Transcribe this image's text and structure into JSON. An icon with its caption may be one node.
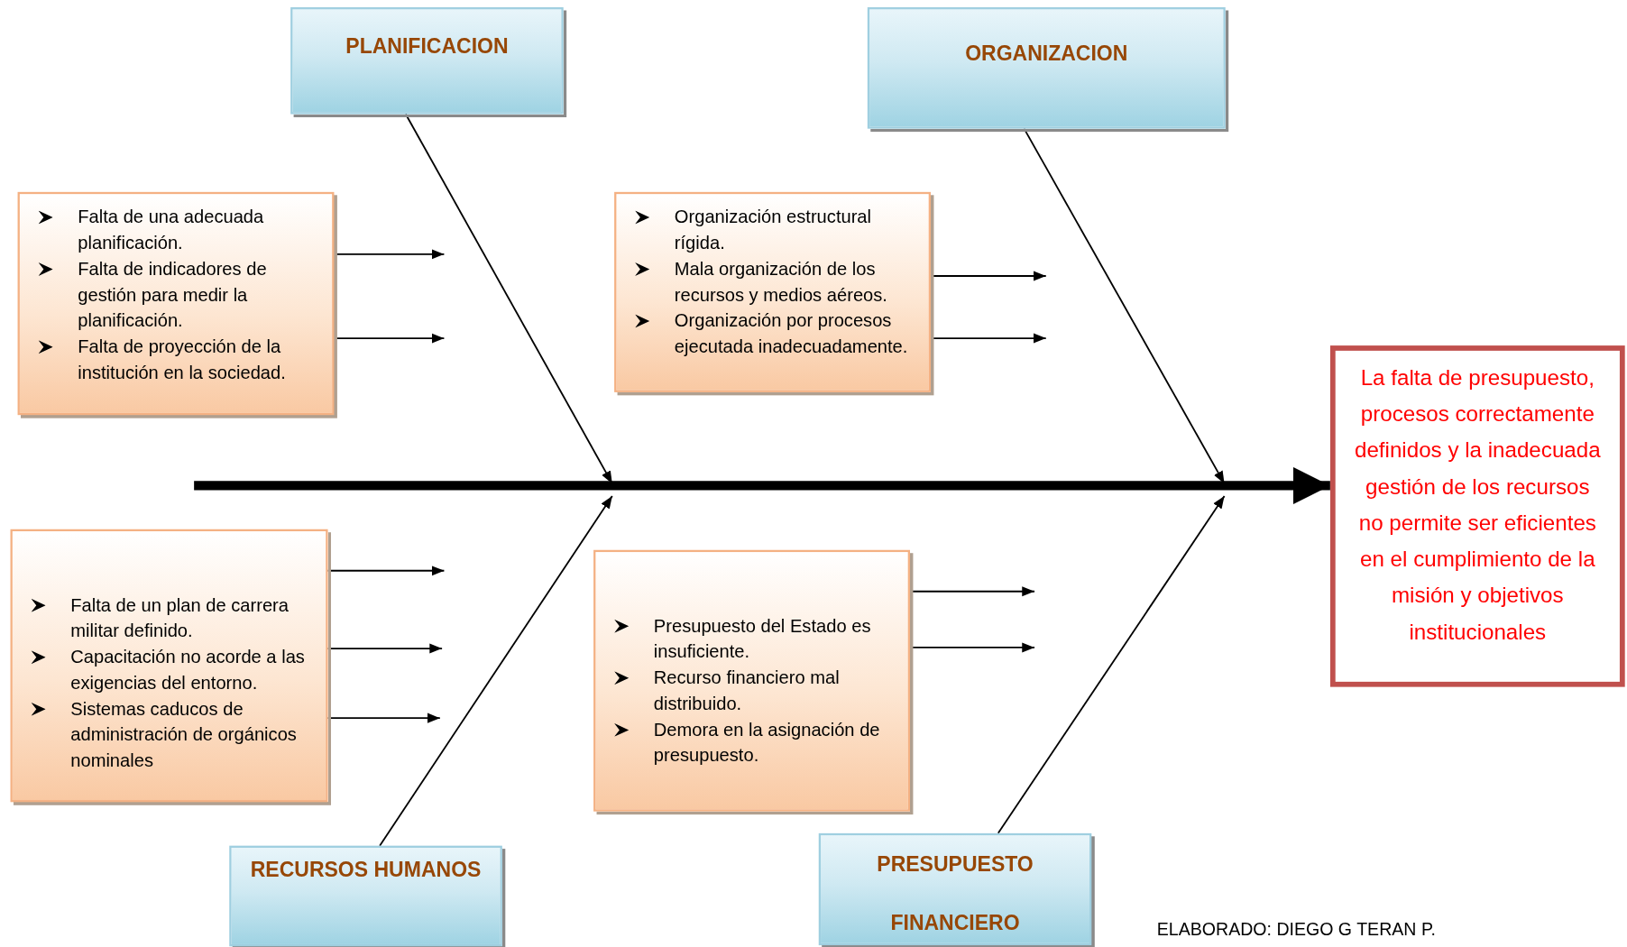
{
  "diagram": {
    "nodes": [
      {
        "text": [
          "PLANIFICACION"
        ]
      },
      {
        "text": [
          "ORGANIZACION"
        ]
      },
      {
        "text": [
          "Falta de una adecuada planificación.",
          "Falta de indicadores de gestión para medir la planificación.",
          "Falta de proyección de la institución en la sociedad."
        ]
      },
      {
        "text": [
          "Organización estructural rígida.",
          "Mala organización de los recursos y medios aéreos.",
          "Organización por procesos ejecutada inadecuadamente."
        ]
      },
      {
        "text": [
          "La falta de presupuesto, procesos correctamente definidos y la inadecuada gestión de los recursos no permite ser eficientes en el cumplimiento de la misión y  objetivos institucionales"
        ]
      },
      {
        "text": [
          "Falta de un plan de carrera militar definido.",
          "Capacitación no acorde a las exigencias del entorno.",
          "Sistemas caducos de administración de orgánicos nominales"
        ]
      },
      {
        "text": [
          "Presupuesto del Estado es insuficiente.",
          "Recurso financiero mal distribuido.",
          "Demora en la asignación de presupuesto."
        ]
      },
      {
        "text": [
          "RECURSOS HUMANOS"
        ]
      },
      {
        "text": [
          "PRESUPUESTO FINANCIERO"
        ]
      }
    ],
    "edges": [
      {
        "from": null,
        "to": 4,
        "arrow": "to",
        "style": "thick"
      },
      {
        "from": 0,
        "to": null,
        "arrow": "to"
      },
      {
        "from": 1,
        "to": null,
        "arrow": "to"
      },
      {
        "from": 7,
        "to": null,
        "arrow": "to"
      },
      {
        "from": 8,
        "to": null,
        "arrow": "to"
      },
      {
        "from": 2,
        "to": null,
        "arrow": "to"
      },
      {
        "from": 2,
        "to": null,
        "arrow": "to"
      },
      {
        "from": 3,
        "to": null,
        "arrow": "to"
      },
      {
        "from": 3,
        "to": null,
        "arrow": "to"
      },
      {
        "from": 5,
        "to": null,
        "arrow": "to"
      },
      {
        "from": 5,
        "to": null,
        "arrow": "to"
      },
      {
        "from": 5,
        "to": null,
        "arrow": "to"
      },
      {
        "from": 6,
        "to": null,
        "arrow": "to"
      },
      {
        "from": 6,
        "to": null,
        "arrow": "to"
      }
    ],
    "labels": [
      "ELABORADO: DIEGO G TERAN P."
    ]
  }
}
